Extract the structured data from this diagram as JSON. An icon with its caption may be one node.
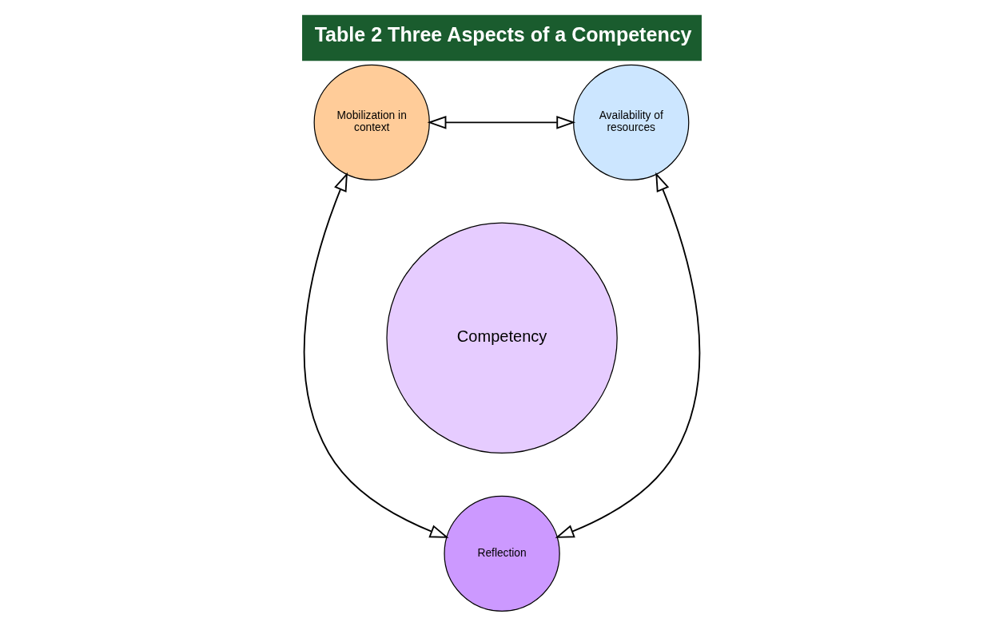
{
  "diagram": {
    "title": "Table 2 Three Aspects of a Competency",
    "nodes": [
      {
        "text": [
          "Competency"
        ]
      },
      {
        "text": [
          "Mobilization in context"
        ]
      },
      {
        "text": [
          "Availability of resources"
        ]
      },
      {
        "text": [
          "Reflection"
        ]
      }
    ],
    "edges": [
      {
        "from": 1,
        "to": 2,
        "arrow": "both"
      },
      {
        "from": 1,
        "to": 3,
        "arrow": "both"
      },
      {
        "from": 2,
        "to": 3,
        "arrow": "both"
      }
    ]
  }
}
